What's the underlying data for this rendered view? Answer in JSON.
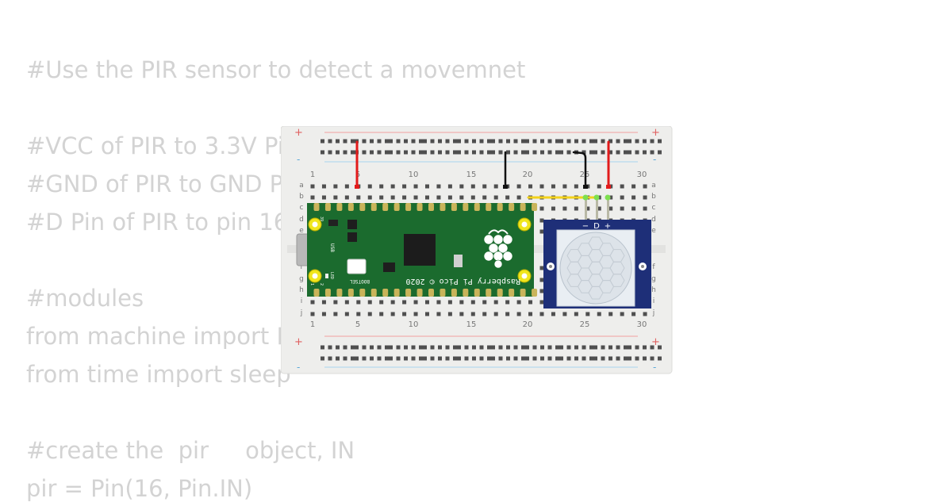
{
  "code_lines": [
    "#Use the PIR sensor to detect a movemnet",
    "",
    "#VCC of PIR to 3.3V Pin",
    "#GND of PIR to GND Pin",
    "#D Pin of PIR to pin 16",
    "",
    "#modules",
    "from machine import Pin",
    "from time import sleep",
    "",
    "#create the  pir     object, IN",
    "pir = Pin(16, Pin.IN)"
  ],
  "breadboard": {
    "plus_sign": "+",
    "minus_sign": "-",
    "column_numbers": [
      "1",
      "5",
      "10",
      "15",
      "20",
      "25",
      "30"
    ],
    "row_letters_top": [
      "a",
      "b",
      "c",
      "d",
      "e"
    ],
    "row_letters_bottom": [
      "f",
      "g",
      "h",
      "i",
      "j"
    ]
  },
  "pico": {
    "model_label": "Raspberry Pi Pico © 2020",
    "usb_label": "USB",
    "bootsel_label": "BOOTSEL",
    "led_label": "LED",
    "pin_39": "39",
    "pin_1": "1",
    "pin_2": "2"
  },
  "pir_sensor": {
    "pin_minus": "−",
    "pin_d": "D",
    "pin_plus": "+"
  },
  "colors": {
    "code_text": "#d3d3d3",
    "breadboard": "#eeeeec",
    "pico_green": "#1b6b2e",
    "pir_blue": "#1e2f78",
    "wire_red": "#e21b1b",
    "wire_black": "#111111",
    "wire_yellow": "#f3d21b"
  }
}
